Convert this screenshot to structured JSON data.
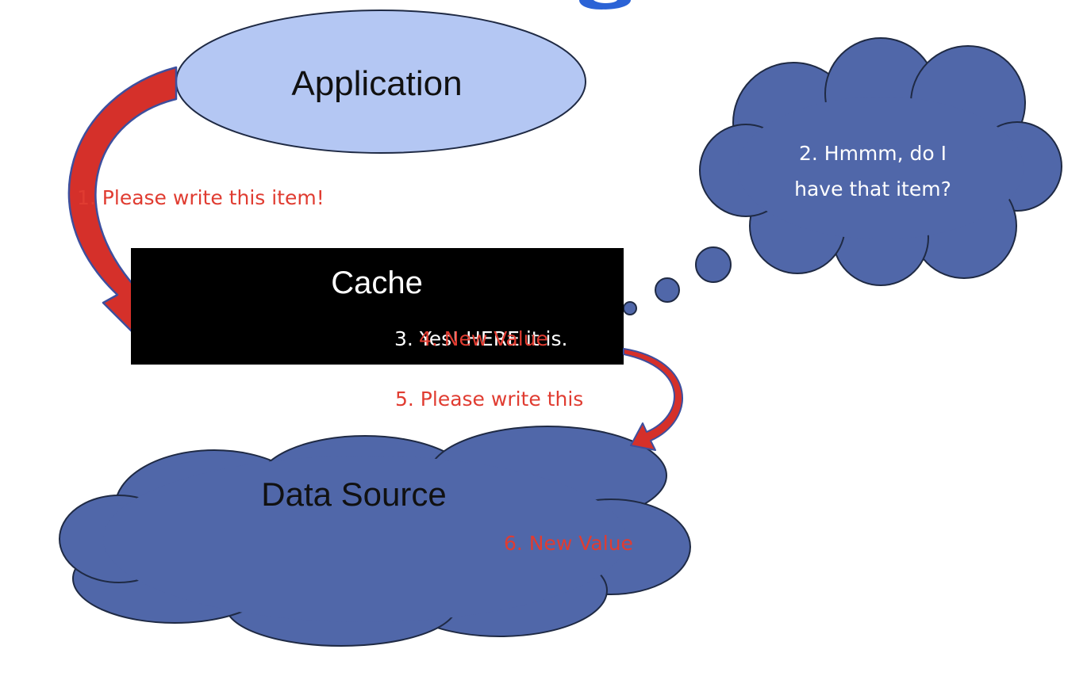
{
  "nodes": {
    "application": {
      "label": "Application",
      "fill": "#b4c7f3"
    },
    "cache": {
      "label": "Cache",
      "fill": "#000000"
    },
    "data_source": {
      "label": "Data Source",
      "fill": "#5067a9"
    },
    "thought_cloud": {
      "line1": "2. Hmmm, do I",
      "line2": "have that item?",
      "fill": "#5067a9"
    }
  },
  "steps": {
    "step1": "1. Please write this item!",
    "step3": "3. Yes! HERE it is.",
    "step4": "4. New Value",
    "step5": "5. Please write this",
    "step6": "6. New Value"
  },
  "colors": {
    "step_text": "#e03c31",
    "arrow_fill": "#d5302a",
    "arrow_outline": "#3d4f9e",
    "node_outline": "#1f2a44",
    "on_dark_text": "#ffffff",
    "on_light_text": "#111111",
    "title_accent": "#2b63d6"
  }
}
